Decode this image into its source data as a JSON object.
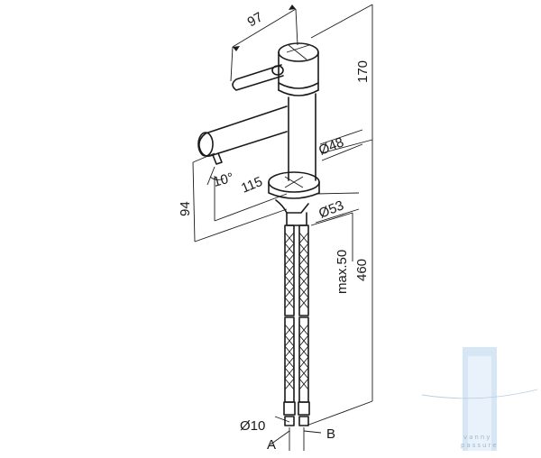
{
  "drawing": {
    "dims": {
      "top_width": "97",
      "overall_height": "170",
      "body_diameter": "Ø48",
      "angle": "10°",
      "reach": "115",
      "spout_height": "94",
      "base_diameter": "Ø53",
      "max_deck": "max.50",
      "hose_length": "460",
      "hose_diameter": "Ø10"
    },
    "hose_labels": {
      "left": "A",
      "right": "B"
    },
    "watermark": {
      "line1": "vanny",
      "line2": "passure"
    },
    "colors": {
      "line": "#1a1a1a",
      "watermark": "#b8d0e6"
    }
  }
}
